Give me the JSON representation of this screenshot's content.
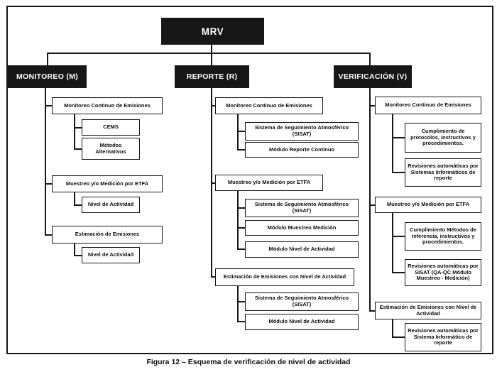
{
  "figure": {
    "root_label": "MRV",
    "caption": "Figura 12 – Esquema de verificación de nivel de actividad",
    "colors": {
      "node_fill": "#171717",
      "node_text": "#ffffff",
      "line": "#171717",
      "background": "#ffffff"
    }
  },
  "columns": [
    {
      "header": "MONITOREO (M)",
      "children": [
        {
          "label": "Monitoreo Continuo de Emisiones",
          "children": [
            "CEMS",
            "Métodos Alternativos"
          ]
        },
        {
          "label": "Muestreo y/o Medición por ETFA",
          "children": [
            "Nivel de Actividad"
          ]
        },
        {
          "label": "Estimación de Emisiones",
          "children": [
            "Nivel de Actividad"
          ]
        }
      ]
    },
    {
      "header": "REPORTE (R)",
      "children": [
        {
          "label": "Monitoreo Continuo de Emisiones",
          "children": [
            "Sistema de Seguimiento Atmosférico (SISAT)",
            "Módulo Reporte Continuo"
          ]
        },
        {
          "label": "Muestreo y/o Medición por ETFA",
          "children": [
            "Sistema de Seguimiento Atmosférico (SISAT)",
            "Módulo Muestreo Medición",
            "Módulo Nivel de Actividad"
          ]
        },
        {
          "label": "Estimación de Emisiones con Nivel de Actividad",
          "children": [
            "Sistema de Seguimiento Atmosférico (SISAT)",
            "Módulo Nivel de Actividad"
          ]
        }
      ]
    },
    {
      "header": "VERIFICACIÓN (V)",
      "children": [
        {
          "label": "Monitoreo Continuo de Emisiones",
          "children": [
            "Cumplimiento de protocolos, instructivos y procedimientos.",
            "Revisiones automáticas por Sistemas Informáticos de reporte"
          ]
        },
        {
          "label": "Muestreo y/o Medición por ETFA",
          "children": [
            "Cumplimiento Métodos de referencia, instructivos y procedimientos.",
            "Revisiones automáticas por SISAT (QA-QC Módulo Muestreo - Medición)"
          ]
        },
        {
          "label": "Estimación de Emisiones con Nivel de Actividad",
          "children": [
            "Revisiones automáticas por Sistema Informático de reporte"
          ]
        }
      ]
    }
  ]
}
